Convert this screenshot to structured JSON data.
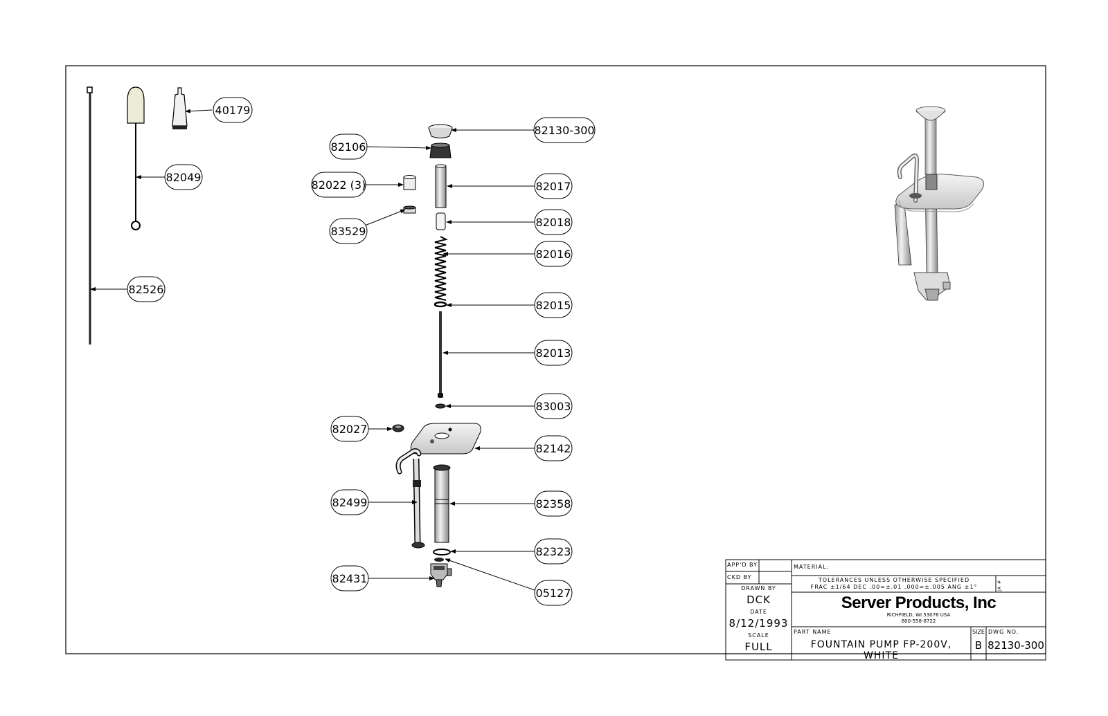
{
  "callouts": {
    "c40179": "40179",
    "c82049": "82049",
    "c82526": "82526",
    "c82130_300": "82130-300",
    "c82106": "82106",
    "c82022": "82022 (3)",
    "c82017": "82017",
    "c83529": "83529",
    "c82018": "82018",
    "c82016": "82016",
    "c82015": "82015",
    "c82013": "82013",
    "c83003": "83003",
    "c82027": "82027",
    "c82142": "82142",
    "c82499": "82499",
    "c82358": "82358",
    "c82323": "82323",
    "c82431": "82431",
    "c05127": "05127"
  },
  "title_block": {
    "appd_by_label": "APP'D BY",
    "ckd_by_label": "CKD BY",
    "drawn_by_label": "DRAWN BY",
    "drawn_by": "DCK",
    "date_label": "DATE",
    "date": "8/12/1993",
    "scale_label": "SCALE",
    "scale": "FULL",
    "material_label": "MATERIAL:",
    "tolerances_line1": "TOLERANCES UNLESS OTHERWISE SPECIFIED",
    "tolerances_line2": "FRAC ±1/64 DEC .00=±.01 .000=±.005 ANG ±1°",
    "ja_label": "JA #",
    "company": "Server Products, Inc",
    "address": "RICHFIELD, WI 53076 USA",
    "phone": "800-558-8722",
    "part_name_label": "PART NAME",
    "part_name": "FOUNTAIN PUMP FP-200V, WHITE",
    "size_label": "SIZE",
    "size": "B",
    "dwg_no_label": "DWG NO.",
    "dwg_no": "82130-300"
  }
}
